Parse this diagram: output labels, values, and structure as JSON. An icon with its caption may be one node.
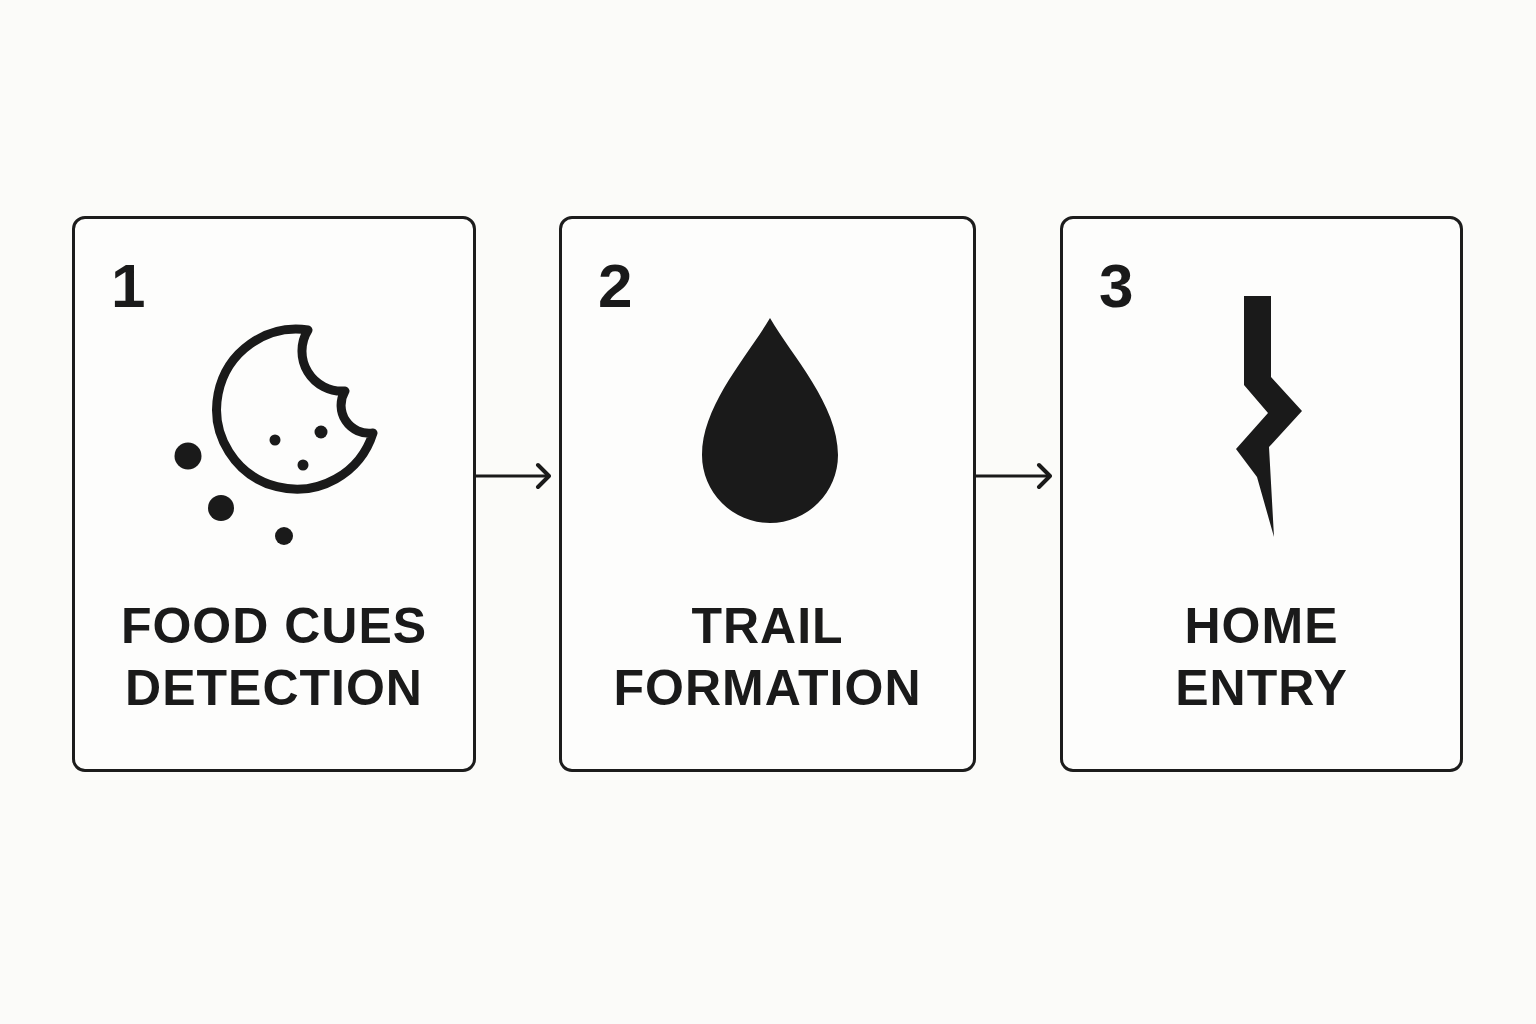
{
  "diagram": {
    "nodes": [
      {
        "text": [
          "1",
          "FOOD CUES DETECTION"
        ]
      },
      {
        "text": [
          "2",
          "TRAIL FORMATION"
        ]
      },
      {
        "text": [
          "3",
          "HOME ENTRY"
        ]
      }
    ],
    "edges": [
      {
        "from": 0,
        "to": 1,
        "arrow": "to"
      },
      {
        "from": 1,
        "to": 2,
        "arrow": "to"
      }
    ]
  }
}
